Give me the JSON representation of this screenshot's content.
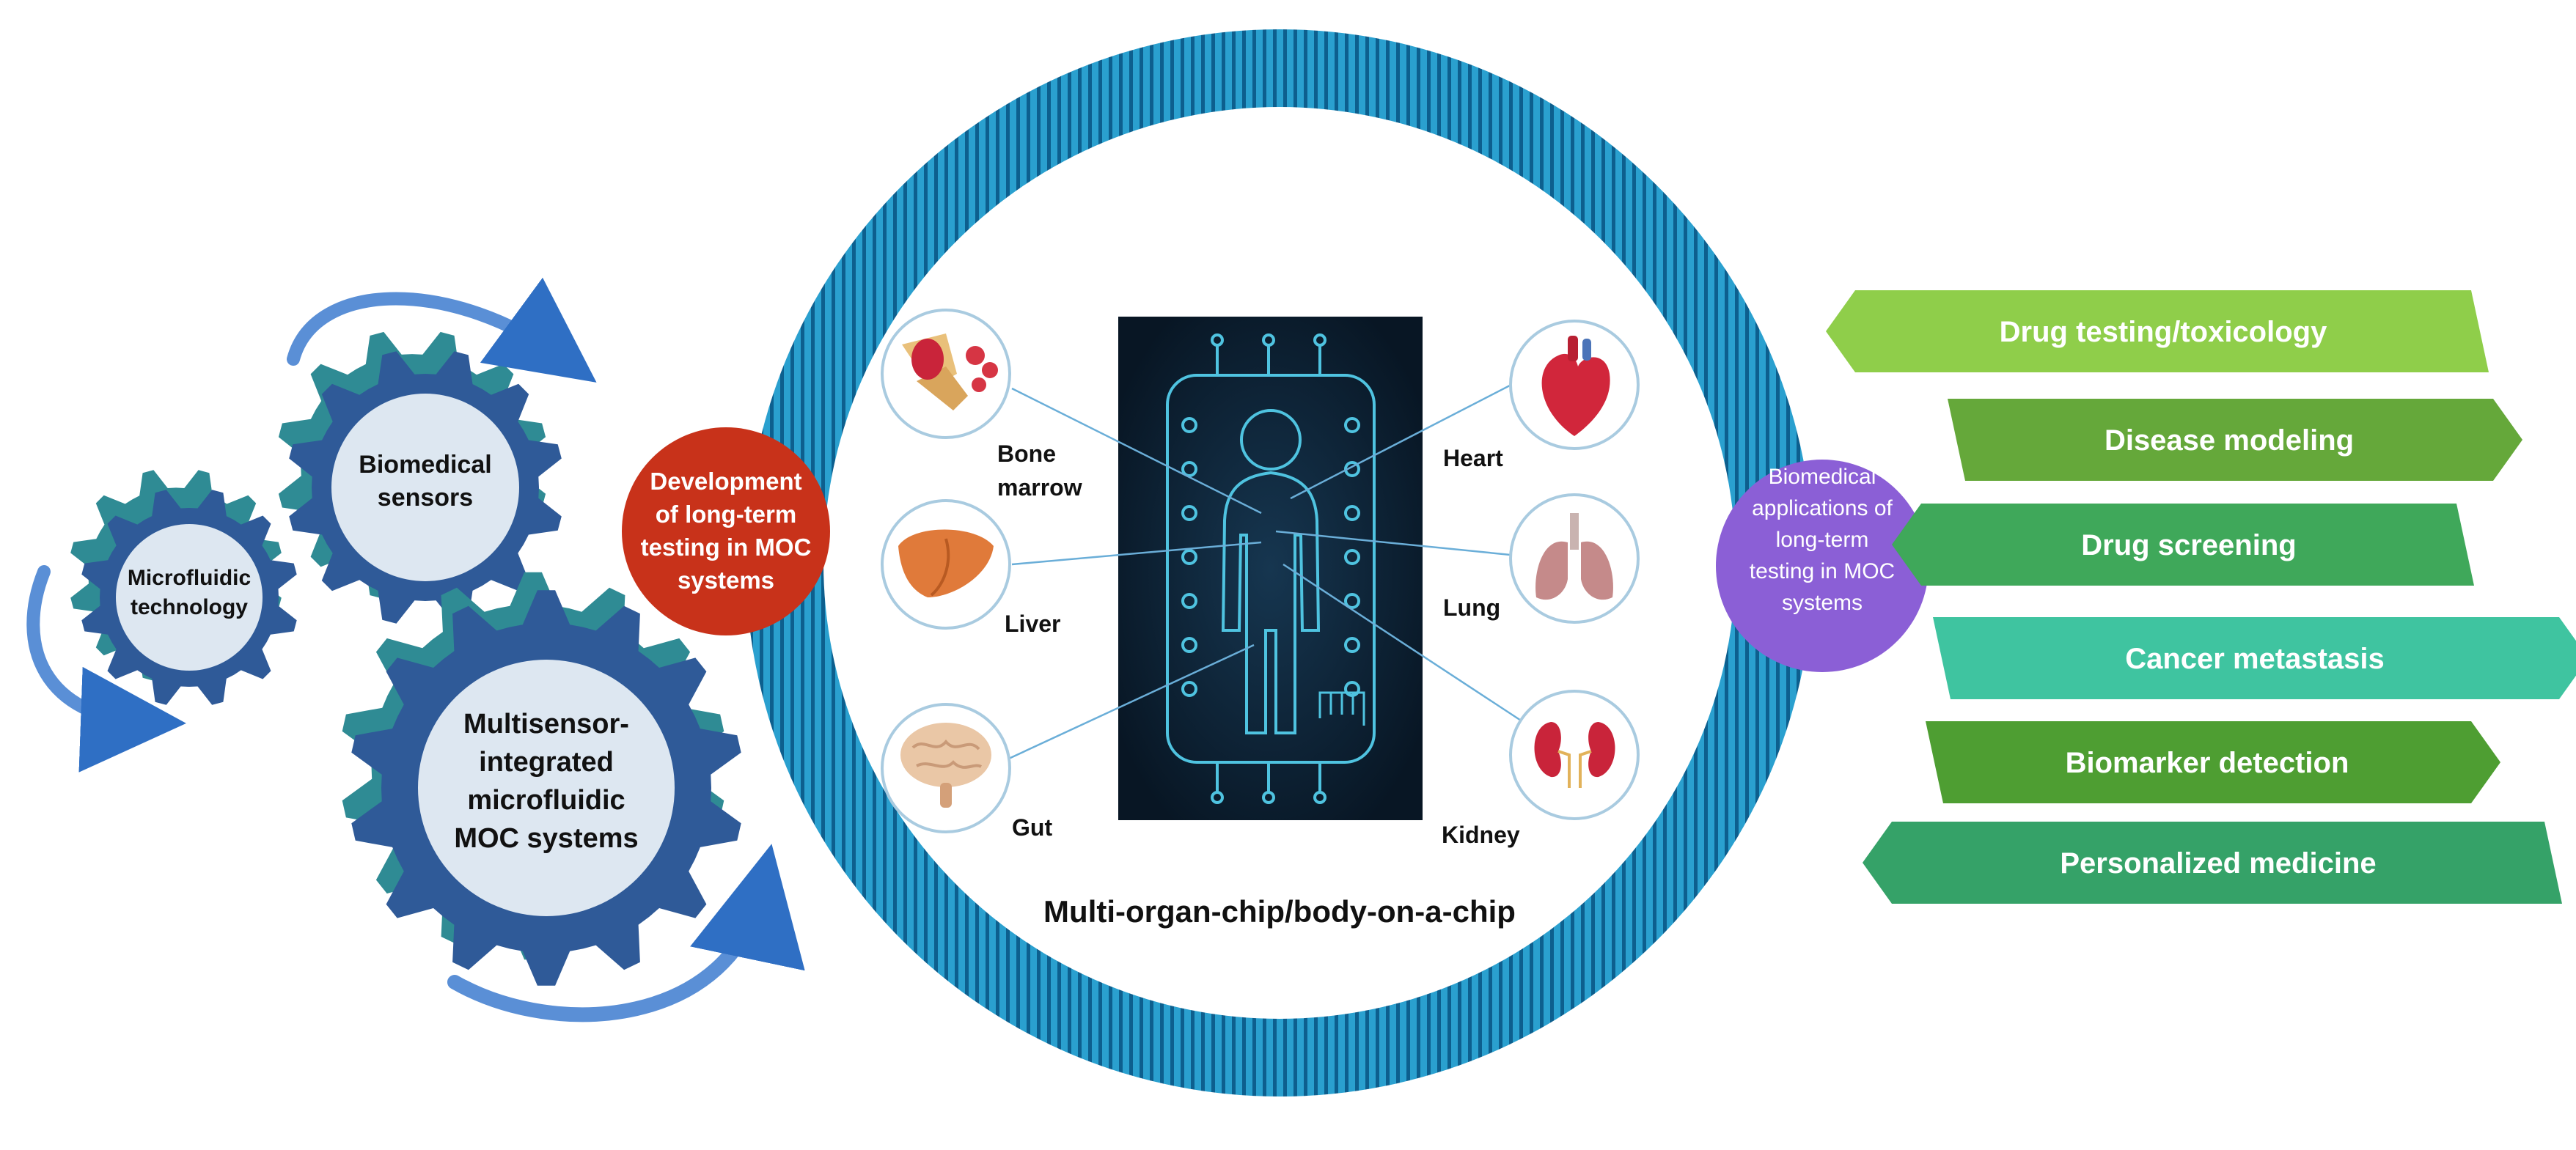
{
  "gears": {
    "microfluidic": {
      "lines": [
        "Microfluidic",
        "technology"
      ]
    },
    "sensors": {
      "lines": [
        "Biomedical",
        "sensors"
      ]
    },
    "multisensor": {
      "lines": [
        "Multisensor-",
        "integrated",
        "microfluidic",
        "MOC systems"
      ]
    }
  },
  "bubbles": {
    "development": {
      "lines": [
        "Development",
        "of long-term",
        "testing in MOC",
        "systems"
      ],
      "color": "#c8321a"
    },
    "applications": {
      "lines": [
        "Biomedical",
        "applications of",
        "long-term",
        "testing in MOC",
        "systems"
      ],
      "color": "#8b5fd6"
    }
  },
  "center": {
    "caption": "Multi-organ-chip/body-on-a-chip",
    "organs": {
      "bone_marrow": [
        "Bone",
        "marrow"
      ],
      "liver": "Liver",
      "gut": "Gut",
      "heart": "Heart",
      "lung": "Lung",
      "kidney": "Kidney"
    }
  },
  "applications": [
    {
      "label": "Drug testing/toxicology",
      "color": "#8fce4a"
    },
    {
      "label": "Disease modeling",
      "color": "#65a83a"
    },
    {
      "label": "Drug screening",
      "color": "#3fa85a"
    },
    {
      "label": "Cancer metastasis",
      "color": "#3fc4a0"
    },
    {
      "label": "Biomarker detection",
      "color": "#4e9e32"
    },
    {
      "label": "Personalized medicine",
      "color": "#35a268"
    }
  ],
  "colors": {
    "gear_dark": "#2f5a98",
    "gear_teal": "#2f8b94",
    "ring_blue": "#1e8ab8",
    "chip_bg": "#0a1b2c",
    "chip_glow": "#4fc3e0"
  }
}
